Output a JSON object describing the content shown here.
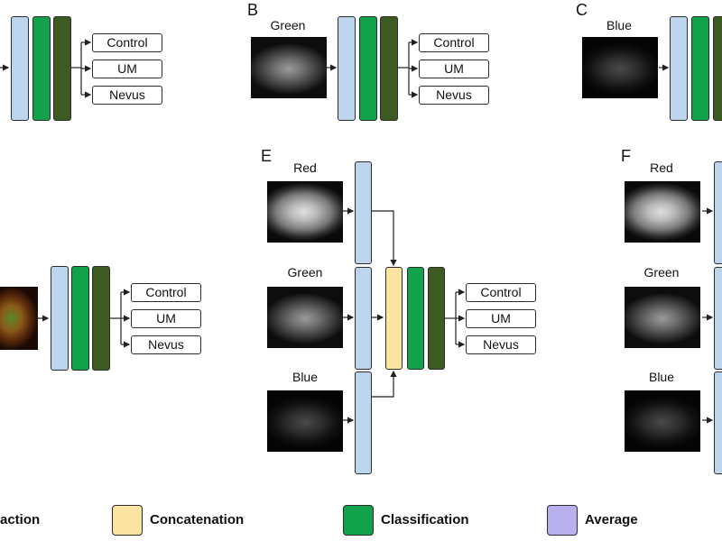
{
  "panel_labels": {
    "b": "B",
    "c": "C",
    "e": "E",
    "f": "F"
  },
  "channels": {
    "red": "Red",
    "green": "Green",
    "blue": "Blue"
  },
  "outputs": {
    "control": "Control",
    "um": "UM",
    "nevus": "Nevus"
  },
  "legend": {
    "extraction": "action",
    "concatenation": "Concatenation",
    "classification": "Classification",
    "average": "Average"
  },
  "colors": {
    "feature_extraction": "#bcd4ec",
    "classification_a": "#11a24b",
    "classification_b": "#3d5a23",
    "concatenation": "#fbe3a1",
    "average": "#b9b0ee"
  }
}
